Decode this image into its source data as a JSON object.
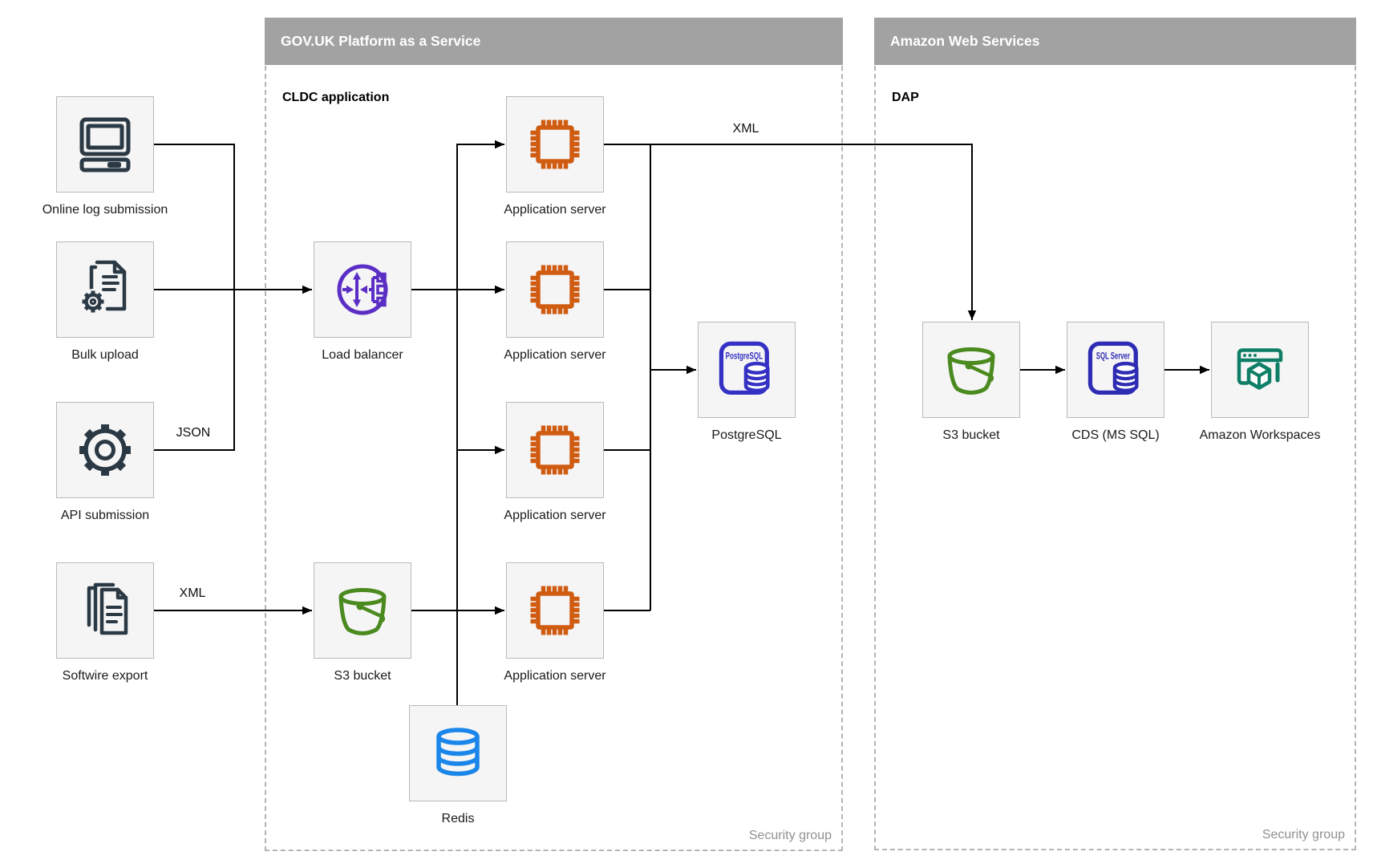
{
  "diagram": {
    "govuk": {
      "title": "GOV.UK Platform as a Service",
      "subtitle": "CLDC application",
      "security_label": "Security group"
    },
    "aws": {
      "title": "Amazon Web Services",
      "subtitle": "DAP",
      "security_label": "Security group"
    }
  },
  "nodes": {
    "online_log_submission": {
      "label": "Online log submission",
      "icon": "desktop-computer-icon"
    },
    "bulk_upload": {
      "label": "Bulk upload",
      "icon": "document-gear-icon"
    },
    "api_submission": {
      "label": "API submission",
      "icon": "gear-icon"
    },
    "softwire_export": {
      "label": "Softwire export",
      "icon": "document-stack-icon"
    },
    "load_balancer": {
      "label": "Load balancer",
      "icon": "load-balancer-icon"
    },
    "s3_bucket_paas": {
      "label": "S3 bucket",
      "icon": "bucket-icon"
    },
    "app_server_1": {
      "label": "Application server",
      "icon": "cpu-chip-icon"
    },
    "app_server_2": {
      "label": "Application server",
      "icon": "cpu-chip-icon"
    },
    "app_server_3": {
      "label": "Application server",
      "icon": "cpu-chip-icon"
    },
    "app_server_4": {
      "label": "Application server",
      "icon": "cpu-chip-icon"
    },
    "redis": {
      "label": "Redis",
      "icon": "database-cylinder-icon"
    },
    "postgresql": {
      "label": "PostgreSQL",
      "icon_text": "PostgreSQL",
      "icon": "database-card-icon"
    },
    "s3_bucket_aws": {
      "label": "S3 bucket",
      "icon": "bucket-icon"
    },
    "cds_ms_sql": {
      "label": "CDS (MS SQL)",
      "icon_text": "SQL Server",
      "icon": "database-card-icon"
    },
    "amazon_workspaces": {
      "label": "Amazon Workspaces",
      "icon": "workspaces-window-icon"
    }
  },
  "edge_labels": {
    "json": "JSON",
    "xml_softwire": "XML",
    "xml_app": "XML"
  },
  "colors": {
    "dark_navy": "#2b3945",
    "app_server_orange": "#d05c12",
    "load_balancer_purple": "#5b2ec5",
    "bucket_green": "#4a8a1f",
    "redis_blue": "#1b86ea",
    "postgresql_indigo": "#3431c4",
    "sql_server_indigo": "#2e2bb4",
    "workspaces_teal": "#0e7e66",
    "header_gray": "#a2a2a2",
    "box_fill": "#f5f5f5",
    "box_border": "#b9b9b9",
    "edge_black": "#000000",
    "security_gray": "#919191"
  }
}
